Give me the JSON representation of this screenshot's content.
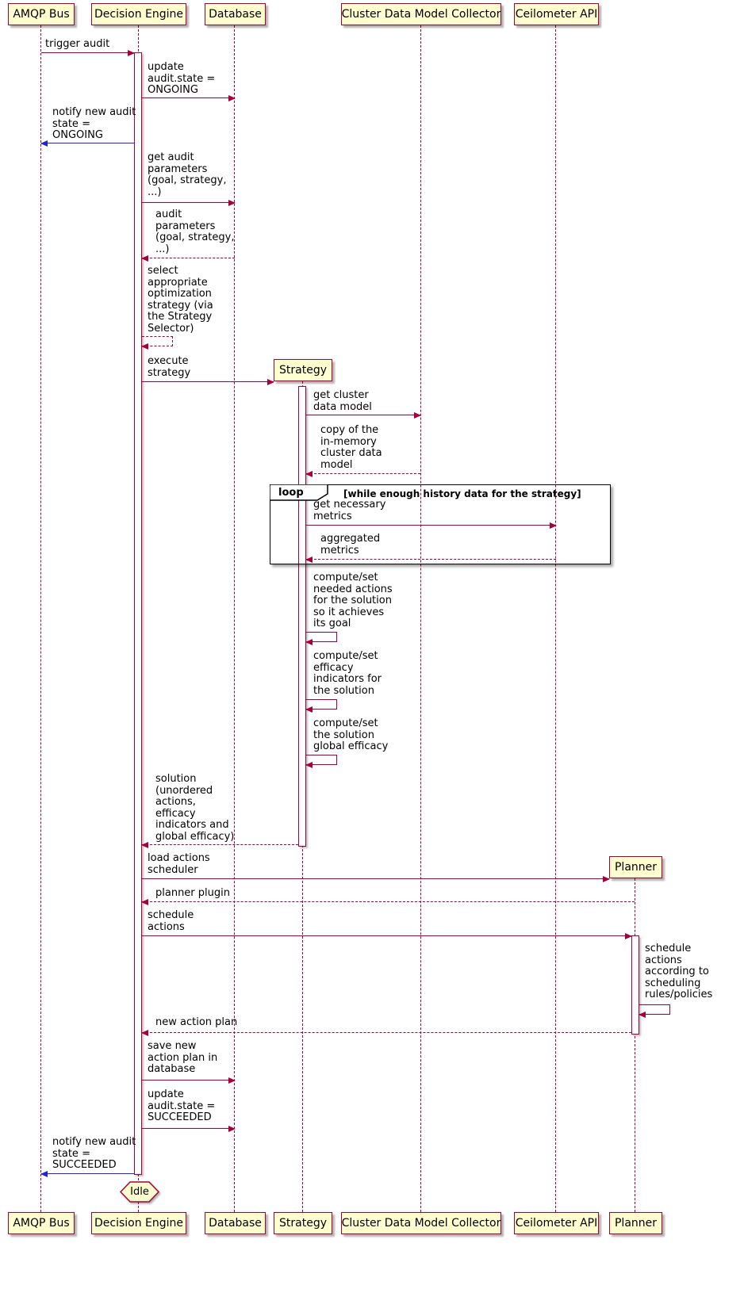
{
  "diagram": {
    "type": "sequence",
    "tool_style": "plantuml"
  },
  "colors": {
    "participant_fill": "#FEFECE",
    "border": "#A80036",
    "arrow": "#A80036",
    "notify_arrow": "#2525C8",
    "frame_border": "#000000",
    "text": "#000000"
  },
  "participants": [
    {
      "label": "AMQP Bus"
    },
    {
      "label": "Decision Engine"
    },
    {
      "label": "Database"
    },
    {
      "label": "Strategy"
    },
    {
      "label": "Cluster Data Model Collector"
    },
    {
      "label": "Ceilometer API"
    },
    {
      "label": "Planner"
    }
  ],
  "messages": [
    {
      "id": "trigger-audit",
      "from": "AMQP Bus",
      "to": "Decision Engine",
      "kind": "sync",
      "text": "trigger audit"
    },
    {
      "id": "update-audit-ongoing",
      "from": "Decision Engine",
      "to": "Database",
      "kind": "sync",
      "text": "update\naudit.state =\nONGOING"
    },
    {
      "id": "notify-ongoing",
      "from": "Decision Engine",
      "to": "AMQP Bus",
      "kind": "notify",
      "text": "notify new audit\nstate =\nONGOING"
    },
    {
      "id": "get-audit-parameters",
      "from": "Decision Engine",
      "to": "Database",
      "kind": "sync",
      "text": "get audit\nparameters\n(goal, strategy,\n...)"
    },
    {
      "id": "audit-parameters",
      "from": "Database",
      "to": "Decision Engine",
      "kind": "return",
      "text": "audit\nparameters\n(goal, strategy,\n...)"
    },
    {
      "id": "select-strategy",
      "from": "Decision Engine",
      "to": "Decision Engine",
      "kind": "self-return",
      "text": "select\nappropriate\noptimization\nstrategy (via\nthe Strategy\nSelector)"
    },
    {
      "id": "execute-strategy",
      "from": "Decision Engine",
      "to": "Strategy",
      "kind": "create",
      "text": "execute\nstrategy"
    },
    {
      "id": "get-cluster-data-model",
      "from": "Strategy",
      "to": "Cluster Data Model Collector",
      "kind": "sync",
      "text": "get cluster\ndata model"
    },
    {
      "id": "copy-cluster-data-model",
      "from": "Cluster Data Model Collector",
      "to": "Strategy",
      "kind": "return",
      "text": "copy of the\nin-memory\ncluster data\nmodel"
    },
    {
      "id": "get-necessary-metrics",
      "from": "Strategy",
      "to": "Ceilometer API",
      "kind": "sync",
      "text": "get necessary\nmetrics"
    },
    {
      "id": "aggregated-metrics",
      "from": "Ceilometer API",
      "to": "Strategy",
      "kind": "return",
      "text": "aggregated\nmetrics"
    },
    {
      "id": "compute-needed-actions",
      "from": "Strategy",
      "to": "Strategy",
      "kind": "self",
      "text": "compute/set\nneeded actions\nfor the solution\nso it achieves\nits goal"
    },
    {
      "id": "compute-efficacy-indicators",
      "from": "Strategy",
      "to": "Strategy",
      "kind": "self",
      "text": "compute/set\nefficacy\nindicators for\nthe solution"
    },
    {
      "id": "compute-global-efficacy",
      "from": "Strategy",
      "to": "Strategy",
      "kind": "self",
      "text": "compute/set\nthe solution\nglobal efficacy"
    },
    {
      "id": "solution",
      "from": "Strategy",
      "to": "Decision Engine",
      "kind": "return",
      "text": "solution\n(unordered\nactions,\nefficacy\nindicators and\nglobal efficacy)"
    },
    {
      "id": "load-actions-scheduler",
      "from": "Decision Engine",
      "to": "Planner",
      "kind": "create",
      "text": "load actions\nscheduler"
    },
    {
      "id": "planner-plugin",
      "from": "Planner",
      "to": "Decision Engine",
      "kind": "return",
      "text": "planner plugin"
    },
    {
      "id": "schedule-actions",
      "from": "Decision Engine",
      "to": "Planner",
      "kind": "sync",
      "text": "schedule\nactions"
    },
    {
      "id": "schedule-according-to-rules",
      "from": "Planner",
      "to": "Planner",
      "kind": "self",
      "text": "schedule\nactions\naccording to\nscheduling\nrules/policies"
    },
    {
      "id": "new-action-plan",
      "from": "Planner",
      "to": "Decision Engine",
      "kind": "return",
      "text": "new action plan"
    },
    {
      "id": "save-action-plan",
      "from": "Decision Engine",
      "to": "Database",
      "kind": "sync",
      "text": "save new\naction plan in\ndatabase"
    },
    {
      "id": "update-audit-succeeded",
      "from": "Decision Engine",
      "to": "Database",
      "kind": "sync",
      "text": "update\naudit.state =\nSUCCEEDED"
    },
    {
      "id": "notify-succeeded",
      "from": "Decision Engine",
      "to": "AMQP Bus",
      "kind": "notify",
      "text": "notify new audit\nstate =\nSUCCEEDED"
    }
  ],
  "loop_frame": {
    "operator": "loop",
    "condition": "[while enough history data for the strategy]"
  },
  "end_state": {
    "label": "Idle"
  }
}
